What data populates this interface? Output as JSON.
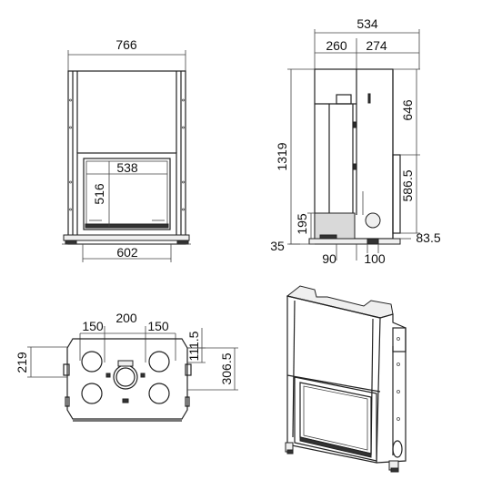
{
  "front_view": {
    "width_total": "766",
    "opening_width": "538",
    "opening_height": "516",
    "base_width": "602"
  },
  "side_view": {
    "depth_total": "534",
    "depth_top_left": "260",
    "depth_top_right": "274",
    "height_total": "1319",
    "upper_height": "646",
    "lower_height": "586.5",
    "inlet_height": "195",
    "foot_height": "35",
    "base_right": "83.5",
    "inlet_width": "90",
    "outlet_width": "100"
  },
  "top_view": {
    "center_spacing": "200",
    "left_spacing": "150",
    "right_spacing": "150",
    "left_depth": "219",
    "front_offset": "111.5",
    "depth": "306.5"
  }
}
